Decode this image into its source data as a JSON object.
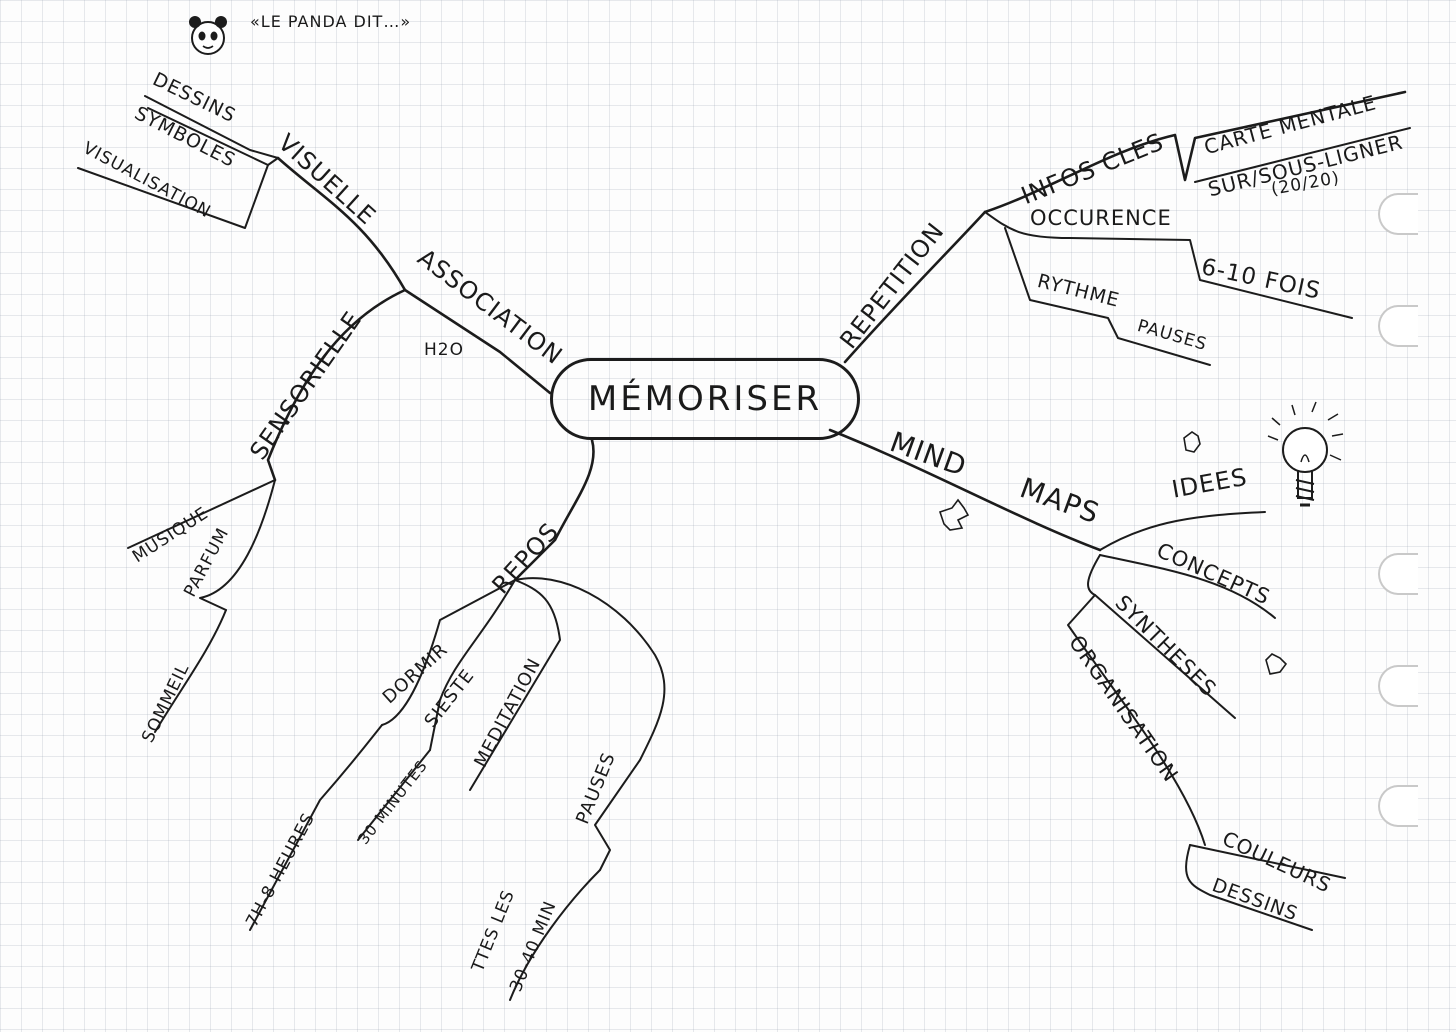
{
  "header": {
    "note": "«LE PANDA DIT…»"
  },
  "center": "MÉMORISER",
  "branches": {
    "association": {
      "label": "ASSOCIATION",
      "doodle": "H2O",
      "visuelle": {
        "label": "VISUELLE",
        "items": [
          "DESSINS",
          "SYMBOLES",
          "VISUALISATION"
        ]
      },
      "sensorielle": {
        "label": "SENSORIELLE",
        "items": [
          "MUSIQUE",
          "PARFUM",
          "SOMMEIL"
        ]
      }
    },
    "repetition": {
      "label": "REPETITION",
      "infos_cles": {
        "label": "INFOS CLES",
        "items": [
          "CARTE MENTALE",
          "SUR/SOUS-LIGNER",
          "(20/20)"
        ]
      },
      "occurence": {
        "label": "OCCURENCE",
        "value": "6-10 FOIS"
      },
      "rythme": {
        "label": "RYTHME",
        "items": [
          "PAUSES"
        ]
      }
    },
    "mind_maps": {
      "label": "MIND",
      "label2": "MAPS",
      "items": [
        "IDEES",
        "CONCEPTS",
        "SYNTHESES",
        "ORGANISATION"
      ],
      "organisation_items": [
        "COULEURS",
        "DESSINS"
      ]
    },
    "repos": {
      "label": "REPOS",
      "dormir": {
        "label": "DORMIR",
        "value": "7H-8 HEURES"
      },
      "sieste": {
        "label": "SIESTE",
        "value": "30 MINUTES"
      },
      "meditation": {
        "label": "MEDITATION"
      },
      "pauses": {
        "label": "PAUSES",
        "value_line1": "TTES LES",
        "value_line2": "30-40 MIN"
      }
    }
  },
  "icons": [
    "panda-icon",
    "lightbulb-icon",
    "puzzle-icon"
  ],
  "colors": {
    "ink": "#1c1c1c",
    "paper": "#fdfdfd",
    "grid": "#96a0af"
  }
}
